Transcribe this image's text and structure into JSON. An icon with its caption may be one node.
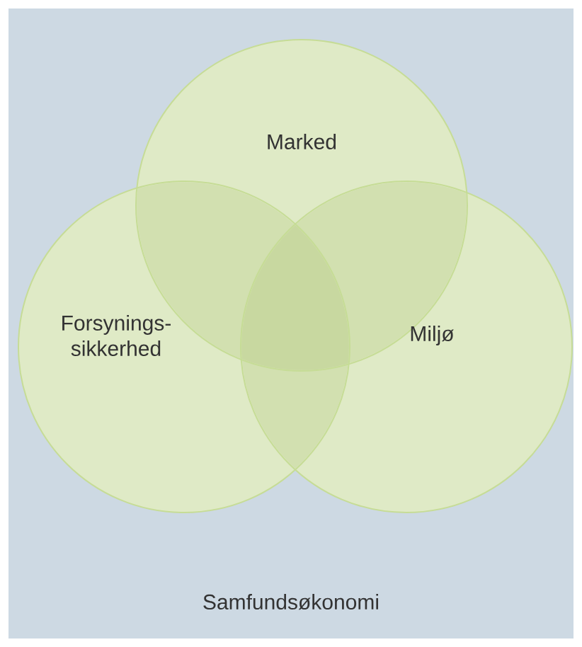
{
  "diagram": {
    "nodes": [
      {
        "text": [
          "Samfundsøkonomi"
        ]
      },
      {
        "text": [
          "Marked"
        ],
        "in": 0
      },
      {
        "text": [
          "Forsynings- sikkerhed"
        ],
        "in": 0
      },
      {
        "text": [
          "Miljø"
        ],
        "in": 0
      }
    ]
  }
}
